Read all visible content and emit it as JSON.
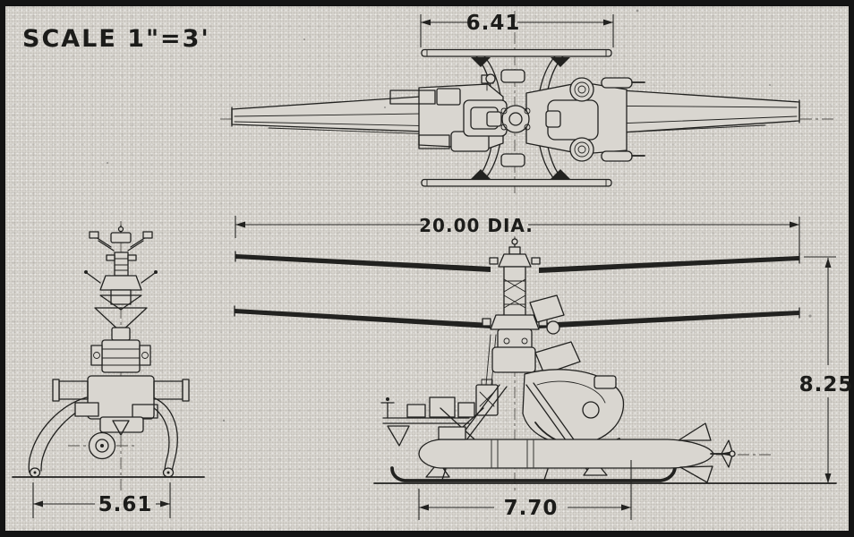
{
  "sheet": {
    "scale_label": "SCALE 1\"=3'",
    "paper_color": "#d9d6d0",
    "ink_color": "#222220"
  },
  "dimensions": {
    "plan_skid_span": "6.41",
    "rotor_diameter": "20.00 DIA.",
    "overall_height": "8.25",
    "front_skid_track": "5.61",
    "side_length": "7.70"
  }
}
